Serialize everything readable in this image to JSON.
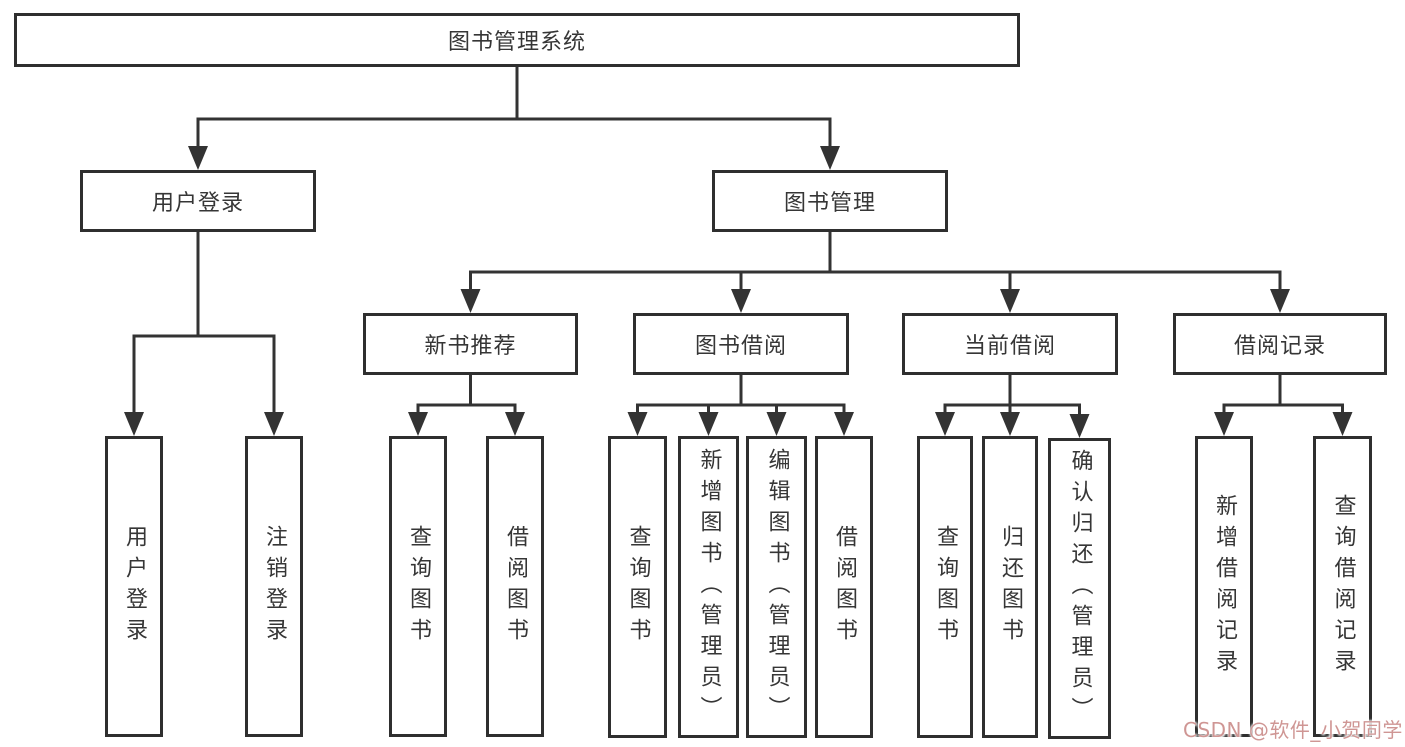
{
  "nodes": [
    {
      "id": "root",
      "label": "图书管理系统",
      "parent": null,
      "orientation": "horizontal"
    },
    {
      "id": "user-login",
      "label": "用户登录",
      "parent": "root",
      "orientation": "horizontal"
    },
    {
      "id": "book-mgmt",
      "label": "图书管理",
      "parent": "root",
      "orientation": "horizontal"
    },
    {
      "id": "login",
      "label": "用户登录",
      "parent": "user-login",
      "orientation": "vertical"
    },
    {
      "id": "logout",
      "label": "注销登录",
      "parent": "user-login",
      "orientation": "vertical"
    },
    {
      "id": "new-book-rec",
      "label": "新书推荐",
      "parent": "book-mgmt",
      "orientation": "horizontal"
    },
    {
      "id": "book-borrow",
      "label": "图书借阅",
      "parent": "book-mgmt",
      "orientation": "horizontal"
    },
    {
      "id": "current-borrow",
      "label": "当前借阅",
      "parent": "book-mgmt",
      "orientation": "horizontal"
    },
    {
      "id": "borrow-record",
      "label": "借阅记录",
      "parent": "book-mgmt",
      "orientation": "horizontal"
    },
    {
      "id": "rec-query-book",
      "label": "查询图书",
      "parent": "new-book-rec",
      "orientation": "vertical"
    },
    {
      "id": "rec-borrow-book",
      "label": "借阅图书",
      "parent": "new-book-rec",
      "orientation": "vertical"
    },
    {
      "id": "bb-query-book",
      "label": "查询图书",
      "parent": "book-borrow",
      "orientation": "vertical"
    },
    {
      "id": "bb-add-book",
      "label": "新增图书（管理员）",
      "parent": "book-borrow",
      "orientation": "vertical"
    },
    {
      "id": "bb-edit-book",
      "label": "编辑图书（管理员）",
      "parent": "book-borrow",
      "orientation": "vertical"
    },
    {
      "id": "bb-borrow-book",
      "label": "借阅图书",
      "parent": "book-borrow",
      "orientation": "vertical"
    },
    {
      "id": "cb-query-book",
      "label": "查询图书",
      "parent": "current-borrow",
      "orientation": "vertical"
    },
    {
      "id": "cb-return-book",
      "label": "归还图书",
      "parent": "current-borrow",
      "orientation": "vertical"
    },
    {
      "id": "cb-confirm-return",
      "label": "确认归还（管理员）",
      "parent": "current-borrow",
      "orientation": "vertical"
    },
    {
      "id": "br-add-record",
      "label": "新增借阅记录",
      "parent": "borrow-record",
      "orientation": "vertical"
    },
    {
      "id": "br-query-record",
      "label": "查询借阅记录",
      "parent": "borrow-record",
      "orientation": "vertical"
    }
  ],
  "watermark": {
    "text": "CSDN @软件_小贺同学"
  },
  "colors": {
    "line": "#333333",
    "box_border": "#2f2f2f",
    "box_background": "#ffffff",
    "text": "#363636",
    "watermark": "#cf9694"
  }
}
